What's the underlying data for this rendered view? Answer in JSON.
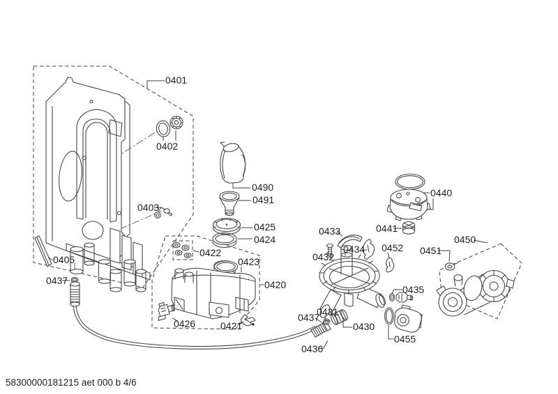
{
  "page": {
    "background_color": "#ffffff",
    "footer_text": "58300000181215 aet 000 b 4/6"
  },
  "diagram": {
    "line_color": "#454545",
    "label_color": "#1d1d1d",
    "part_labels": [
      "0401",
      "0402",
      "0403",
      "0405",
      "0437",
      "0490",
      "0491",
      "0425",
      "0424",
      "0422",
      "0423",
      "0420",
      "0426",
      "0421",
      "0433",
      "0432",
      "0434",
      "0452",
      "0441",
      "0440",
      "0450",
      "0451",
      "0435",
      "0431",
      "0437",
      "0430",
      "0455",
      "0436"
    ]
  }
}
